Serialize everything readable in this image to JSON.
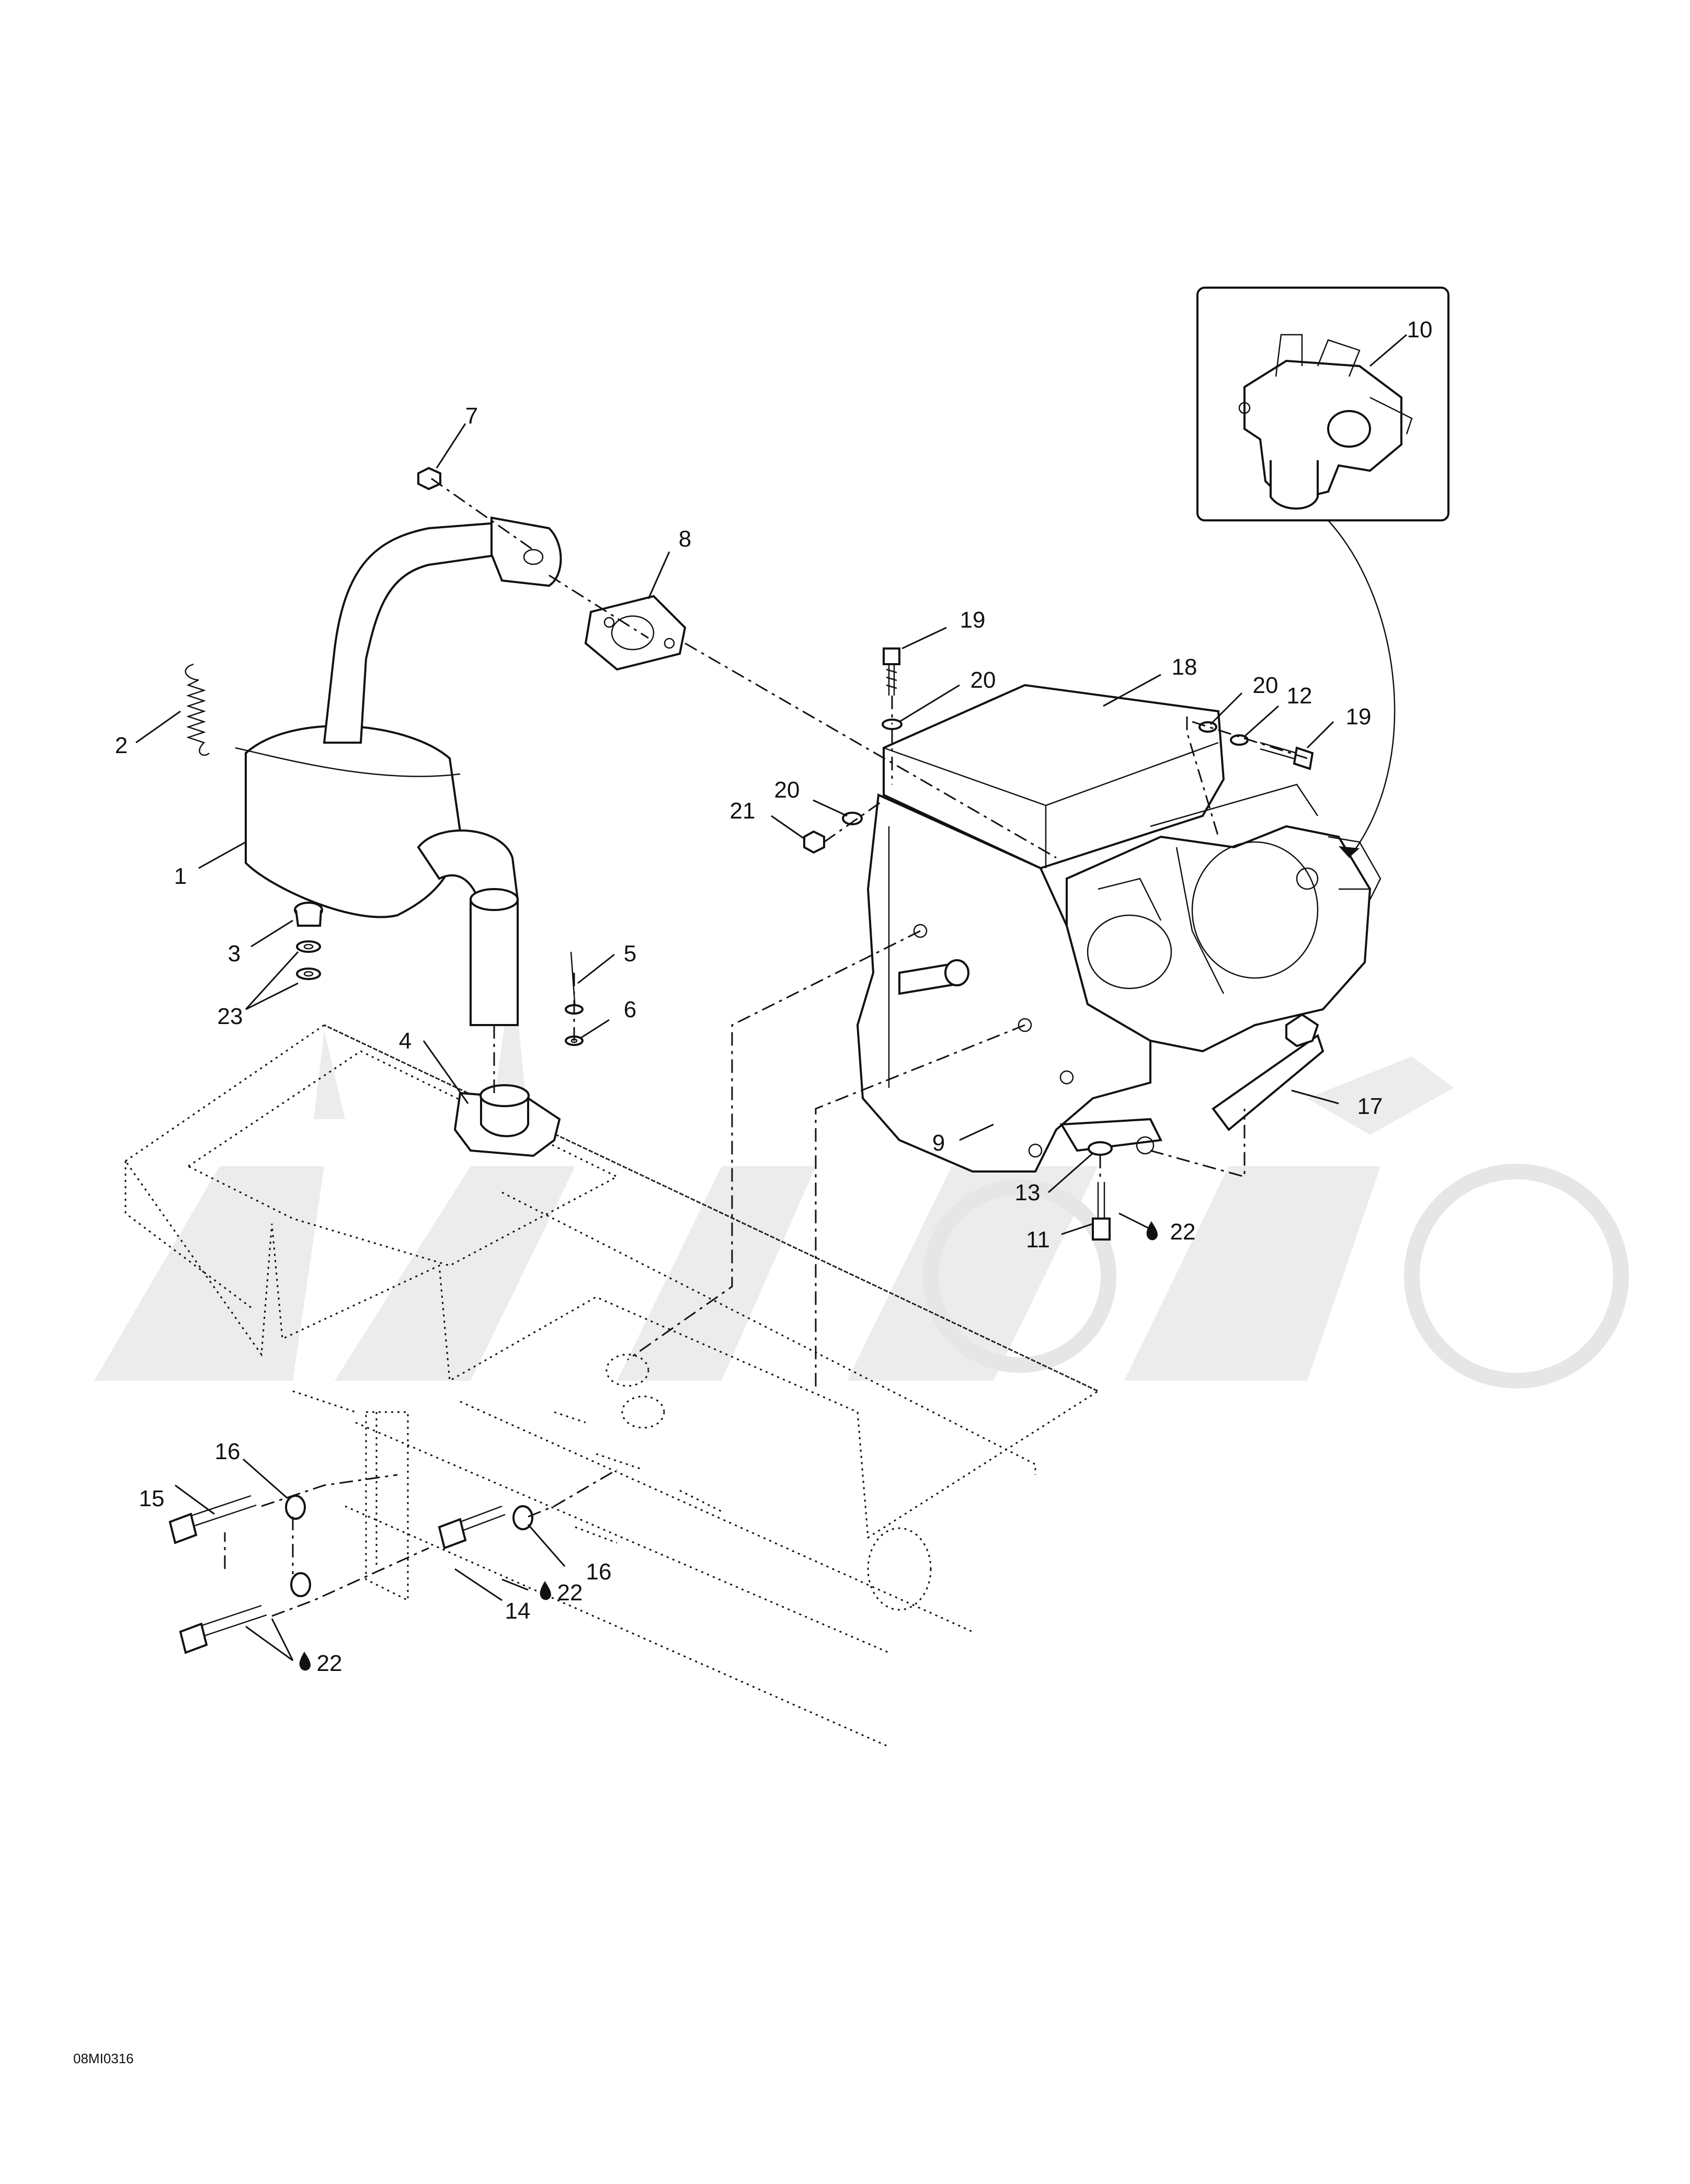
{
  "figure_code": "08MI0316",
  "callouts": {
    "c1": "1",
    "c2": "2",
    "c3": "3",
    "c4": "4",
    "c5": "5",
    "c6": "6",
    "c7": "7",
    "c8": "8",
    "c9": "9",
    "c10": "10",
    "c11": "11",
    "c12": "12",
    "c13": "13",
    "c14": "14",
    "c15": "15",
    "c16a": "16",
    "c16b": "16",
    "c17": "17",
    "c18": "18",
    "c19a": "19",
    "c19b": "19",
    "c20a": "20",
    "c20b": "20",
    "c20c": "20",
    "c21": "21",
    "c22a": "22",
    "c22b": "22",
    "c22c": "22",
    "c23": "23"
  },
  "icons": {
    "sealant": "drop-icon"
  }
}
